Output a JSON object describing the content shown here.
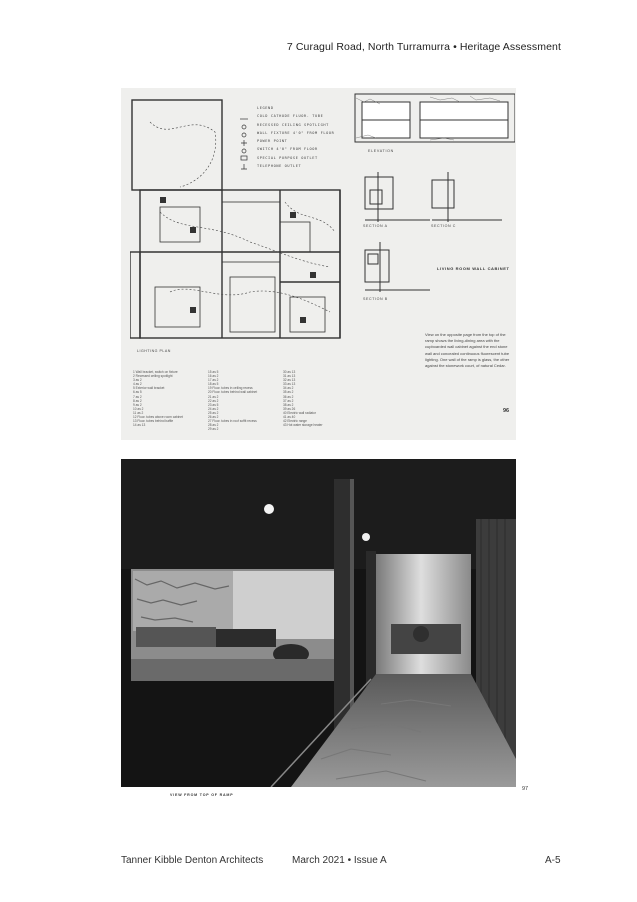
{
  "header": {
    "title": "7 Curagul Road, North Turramurra",
    "bullet": "•",
    "subtitle": "Heritage Assessment"
  },
  "scan": {
    "legend": {
      "heading": "LEGEND",
      "items": [
        "COLD CATHODE FLUOR. TUBE",
        "RECESSED CEILING SPOTLIGHT",
        "WALL FIXTURE 4'0\" FROM FLOOR",
        "POWER POINT",
        "SWITCH 4'0\" FROM FLOOR",
        "SPECIAL PURPOSE OUTLET",
        "TELEPHONE OUTLET"
      ]
    },
    "plan_label": "LIGHTING PLAN",
    "elevation_label": "ELEVATION",
    "section_a": "SECTION A",
    "section_c": "SECTION C",
    "section_b": "SECTION B",
    "cabinet_label": "LIVING ROOM WALL CABINET",
    "caption": "View on the opposite page from the top of the ramp shows the living-dining area with the cupboarded wall cabinet against the end stone wall and concealed continuous fluorescent tube lighting. One wall of the ramp is glass, the other against the stonework court, of natural Cedar.",
    "page_number": "96",
    "key_col1": [
      "1  Wall bracket, switch on fixture",
      "2  Recessed ceiling spotlight",
      "3  as 2",
      "4  as 2",
      "5  Exterior wall bracket",
      "6  as 5",
      "7  as 2",
      "8  as 2",
      "9  as 2",
      "10 as 2",
      "11 as 2",
      "12 Fluor. tubes above room cabinet",
      "13 Fluor. tubes behind baffle",
      "14 as 13"
    ],
    "key_col2": [
      "15 as 5",
      "16 as 2",
      "17 as 2",
      "18 as 5",
      "19 Fluor. tubes in ceiling recess",
      "20 Fluor. tubes behind wall cabinet",
      "21 as 2",
      "22 as 2",
      "23 as 5",
      "24 as 2",
      "25 as 2",
      "26 as 2",
      "27 Fluor. tubes in roof soffit recess",
      "28 as 2",
      "29 as 2"
    ],
    "key_col3": [
      "30 as 13",
      "31 as 13",
      "32 as 13",
      "33 as 13",
      "34 as 2",
      "35 as 2",
      "36 as 2",
      "37 as 2",
      "38 as 2",
      "39 as 26",
      "40 Electric wall radiator",
      "41 as 40",
      "42 Electric range",
      "43 Hot water storage heater"
    ]
  },
  "photo": {
    "caption": "VIEW FROM TOP OF RAMP",
    "page_number": "97"
  },
  "footer": {
    "left": "Tanner Kibble Denton Architects",
    "middle": "March 2021  •  Issue A",
    "right": "A-5"
  }
}
